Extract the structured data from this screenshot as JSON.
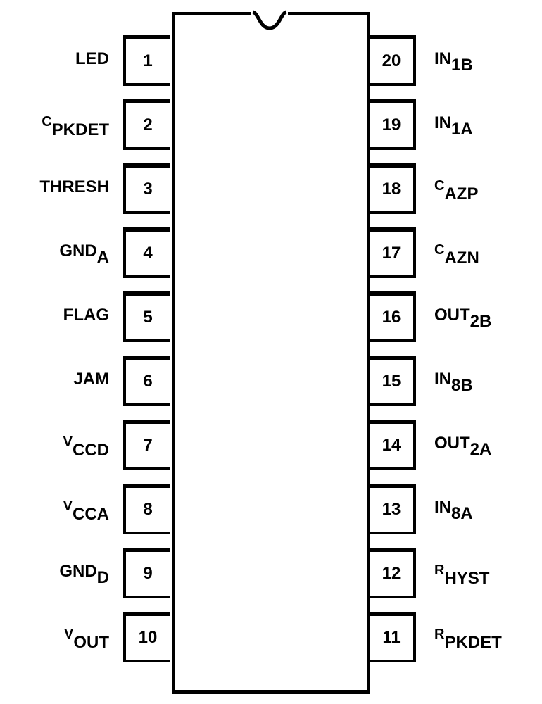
{
  "left_pins": [
    {
      "num": "1",
      "name": "LED",
      "sub": ""
    },
    {
      "num": "2",
      "name": "C",
      "sub": "PKDET"
    },
    {
      "num": "3",
      "name": "THRESH",
      "sub": ""
    },
    {
      "num": "4",
      "name": "GND",
      "sub": "A"
    },
    {
      "num": "5",
      "name": "FLAG",
      "sub": ""
    },
    {
      "num": "6",
      "name": "JAM",
      "sub": ""
    },
    {
      "num": "7",
      "name": "V",
      "sub": "CCD"
    },
    {
      "num": "8",
      "name": "V",
      "sub": "CCA"
    },
    {
      "num": "9",
      "name": "GND",
      "sub": "D"
    },
    {
      "num": "10",
      "name": "V",
      "sub": "OUT"
    }
  ],
  "right_pins": [
    {
      "num": "20",
      "name": "IN",
      "sub": "1B"
    },
    {
      "num": "19",
      "name": "IN",
      "sub": "1A"
    },
    {
      "num": "18",
      "name": "C",
      "sub": "AZP"
    },
    {
      "num": "17",
      "name": "C",
      "sub": "AZN"
    },
    {
      "num": "16",
      "name": "OUT",
      "sub": "2B"
    },
    {
      "num": "15",
      "name": "IN",
      "sub": "8B"
    },
    {
      "num": "14",
      "name": "OUT",
      "sub": "2A"
    },
    {
      "num": "13",
      "name": "IN",
      "sub": "8A"
    },
    {
      "num": "12",
      "name": "R",
      "sub": "HYST"
    },
    {
      "num": "11",
      "name": "R",
      "sub": "PKDET"
    }
  ]
}
